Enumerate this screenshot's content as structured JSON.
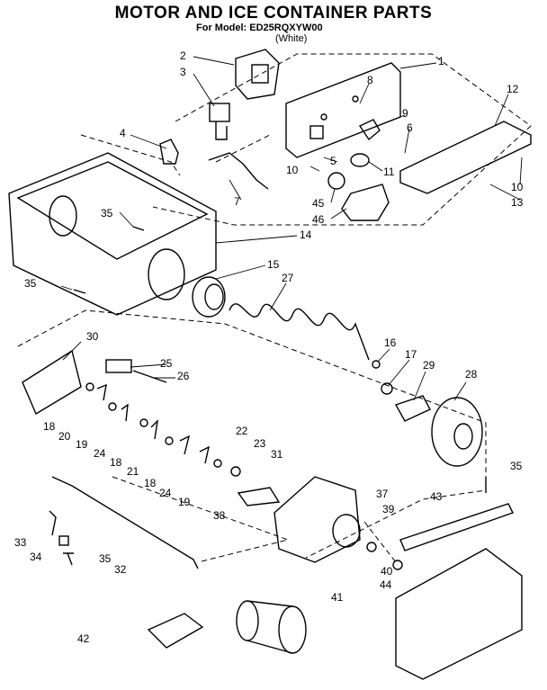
{
  "title": "MOTOR AND ICE CONTAINER PARTS",
  "model_line": "For Model: ED25RQXYW00",
  "color_line": "(White)",
  "callouts": {
    "c1": "1",
    "c2": "2",
    "c3": "3",
    "c4": "4",
    "c5": "5",
    "c6": "6",
    "c7": "7",
    "c8": "8",
    "c9": "9",
    "c10a": "10",
    "c10b": "10",
    "c11": "11",
    "c12": "12",
    "c13": "13",
    "c14": "14",
    "c15": "15",
    "c16": "16",
    "c17": "17",
    "c18a": "18",
    "c18b": "18",
    "c18c": "18",
    "c19a": "19",
    "c19b": "19",
    "c20": "20",
    "c21": "21",
    "c22": "22",
    "c23": "23",
    "c24a": "24",
    "c24b": "24",
    "c25": "25",
    "c26": "26",
    "c27": "27",
    "c28": "28",
    "c29": "29",
    "c30": "30",
    "c31": "31",
    "c32": "32",
    "c33": "33",
    "c34": "34",
    "c35a": "35",
    "c35b": "35",
    "c35c": "35",
    "c35d": "35",
    "c37": "37",
    "c38": "38",
    "c39": "39",
    "c40": "40",
    "c41": "41",
    "c42": "42",
    "c43": "43",
    "c44": "44",
    "c45": "45",
    "c46": "46"
  }
}
